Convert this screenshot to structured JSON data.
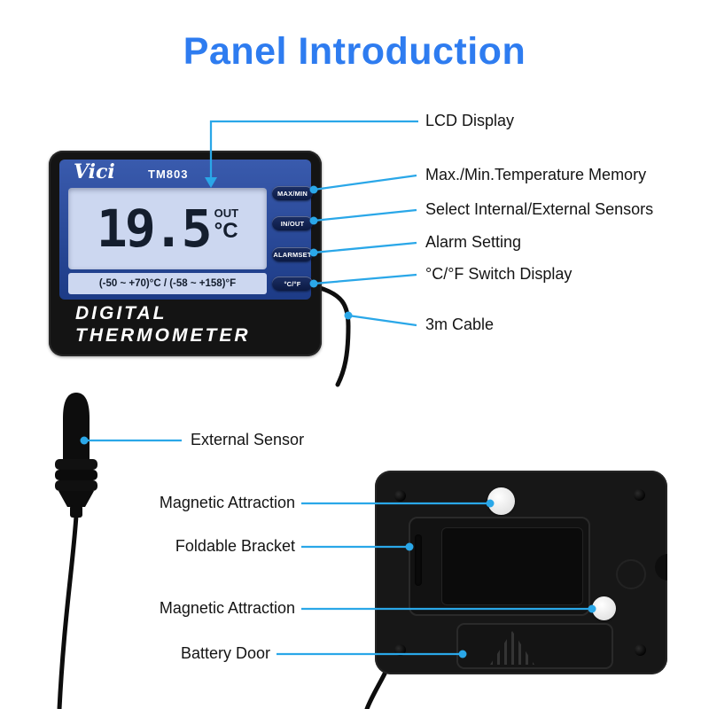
{
  "title": "Panel Introduction",
  "colors": {
    "title": "#2e7cf0",
    "leader": "#2aa7e8",
    "device_blue": "#2348a4",
    "lcd_bg": "#ccd7f0"
  },
  "front": {
    "brand": "Vici",
    "model": "TM803",
    "lcd": {
      "value": "19.5",
      "out": "OUT",
      "unit": "°C",
      "range": "(-50 ~ +70)°C / (-58 ~ +158)°F"
    },
    "name_line1": "DIGITAL",
    "name_line2": "THERMOMETER",
    "buttons": [
      {
        "label": "MAX/MIN"
      },
      {
        "label": "IN/OUT"
      },
      {
        "label": "ALARMSET"
      },
      {
        "label": "°C/°F"
      }
    ]
  },
  "callouts_right": [
    {
      "label": "LCD Display"
    },
    {
      "label": "Max./Min.Temperature Memory"
    },
    {
      "label": "Select Internal/External Sensors"
    },
    {
      "label": "Alarm Setting"
    },
    {
      "label": "°C/°F Switch Display"
    },
    {
      "label": "3m Cable"
    }
  ],
  "callouts_left": [
    {
      "label": "External Sensor"
    },
    {
      "label": "Magnetic Attraction"
    },
    {
      "label": "Foldable Bracket"
    },
    {
      "label": "Magnetic Attraction"
    },
    {
      "label": "Battery Door"
    }
  ]
}
